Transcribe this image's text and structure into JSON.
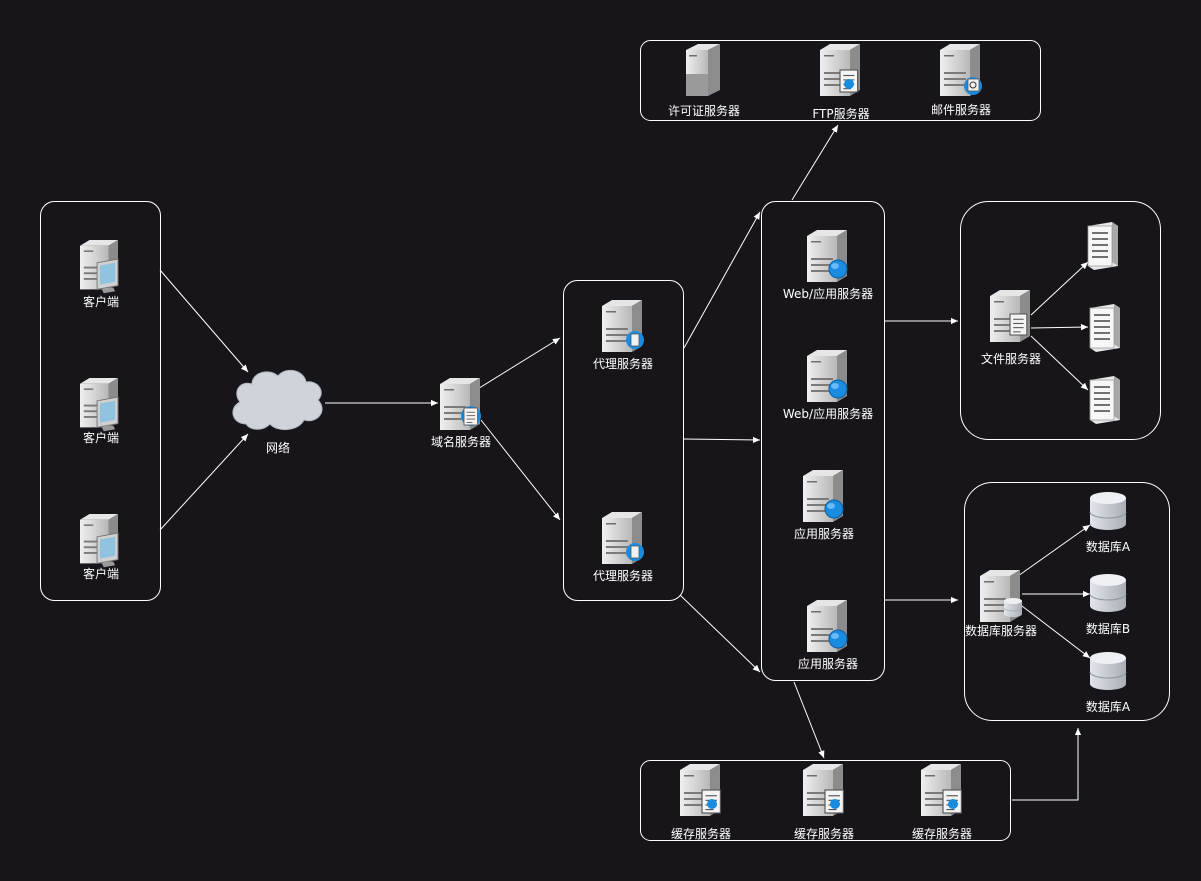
{
  "colors": {
    "background": "#17141a",
    "line": "#ffffff",
    "server_light": "#d9d9d9",
    "server_dark": "#8c8c8c",
    "badge_blue": "#1a8ce0",
    "database": "#c8ccd2",
    "cloud": "#cfd3da"
  },
  "nodes": {
    "client_1": "客户端",
    "client_2": "客户端",
    "client_3": "客户端",
    "network": "网络",
    "dns_server": "域名服务器",
    "proxy_1": "代理服务器",
    "proxy_2": "代理服务器",
    "license_server": "许可证服务器",
    "ftp_server": "FTP服务器",
    "mail_server": "邮件服务器",
    "web_app_1": "Web/应用服务器",
    "web_app_2": "Web/应用服务器",
    "app_1": "应用服务器",
    "app_2": "应用服务器",
    "file_server": "文件服务器",
    "db_server": "数据库服务器",
    "db_a_1": "数据库A",
    "db_b": "数据库B",
    "db_a_2": "数据库A",
    "cache_1": "缓存服务器",
    "cache_2": "缓存服务器",
    "cache_3": "缓存服务器"
  }
}
